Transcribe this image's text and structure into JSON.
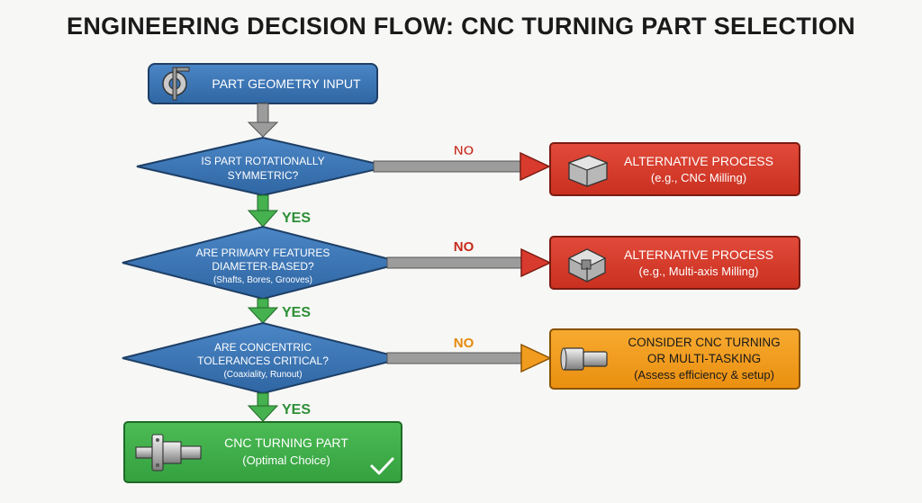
{
  "title": "ENGINEERING DECISION FLOW: CNC TURNING PART SELECTION",
  "start": {
    "label": "PART GEOMETRY INPUT",
    "icon": "gear-caliper-icon"
  },
  "decisions": [
    {
      "lines": [
        "IS PART ROTATIONALLY",
        "SYMMETRIC?"
      ],
      "note": ""
    },
    {
      "lines": [
        "ARE PRIMARY FEATURES",
        "DIAMETER-BASED?"
      ],
      "note": "(Shafts, Bores, Grooves)"
    },
    {
      "lines": [
        "ARE CONCENTRIC",
        "TOLERANCES CRITICAL?"
      ],
      "note": "(Coaxiality, Runout)"
    }
  ],
  "branch_labels": {
    "yes": "YES",
    "no": "NO"
  },
  "outcomes": [
    {
      "title": "ALTERNATIVE PROCESS",
      "subtitle": "(e.g., CNC Milling)",
      "icon": "block-part-icon",
      "color": "#d93a2e"
    },
    {
      "title": "ALTERNATIVE PROCESS",
      "subtitle": "(e.g., Multi-axis Milling)",
      "icon": "complex-part-icon",
      "color": "#d93a2e"
    },
    {
      "title": "CONSIDER CNC TURNING",
      "title2": "OR MULTI-TASKING",
      "subtitle": "(Assess efficiency & setup)",
      "icon": "turned-part-icon",
      "color": "#f29c1f"
    }
  ],
  "final": {
    "title": "CNC TURNING PART",
    "subtitle": "(Optimal Choice)",
    "icon": "flanged-shaft-icon",
    "check": "checkmark-icon",
    "color": "#3fae49"
  },
  "colors": {
    "blue": "#3b74b3",
    "red": "#d93a2e",
    "orange": "#f29c1f",
    "green": "#3fae49"
  }
}
